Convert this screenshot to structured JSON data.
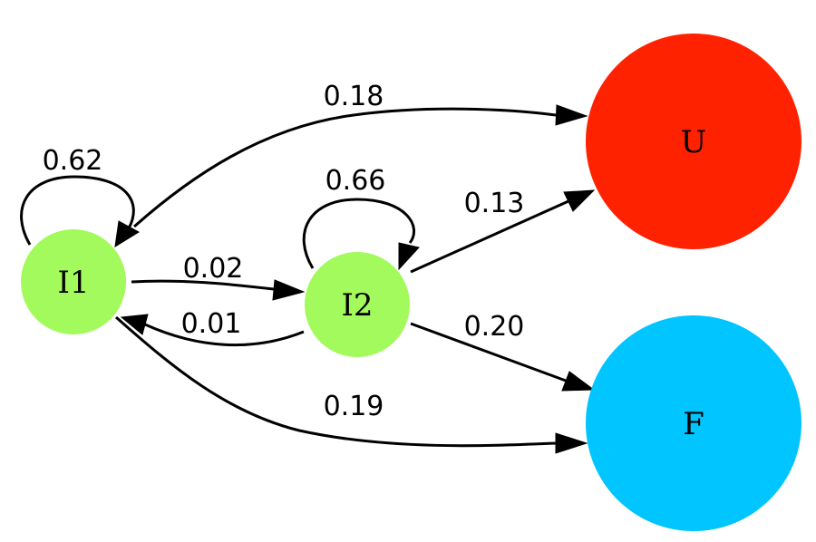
{
  "nodes": {
    "I1": {
      "label": "I1",
      "color": "#a3fa5c"
    },
    "I2": {
      "label": "I2",
      "color": "#a3fa5c"
    },
    "U": {
      "label": "U",
      "color": "#ff2200"
    },
    "F": {
      "label": "F",
      "color": "#00c5ff"
    }
  },
  "edges": {
    "I1_I1": {
      "from": "I1",
      "to": "I1",
      "label": "0.62"
    },
    "I1_I2": {
      "from": "I1",
      "to": "I2",
      "label": "0.02"
    },
    "I2_I1": {
      "from": "I2",
      "to": "I1",
      "label": "0.01"
    },
    "I2_I2": {
      "from": "I2",
      "to": "I2",
      "label": "0.66"
    },
    "I1_U": {
      "from": "I1",
      "to": "U",
      "label": "0.18"
    },
    "I2_U": {
      "from": "I2",
      "to": "U",
      "label": "0.13"
    },
    "I2_F": {
      "from": "I2",
      "to": "F",
      "label": "0.20"
    },
    "I1_F": {
      "from": "I1",
      "to": "F",
      "label": "0.19"
    }
  }
}
